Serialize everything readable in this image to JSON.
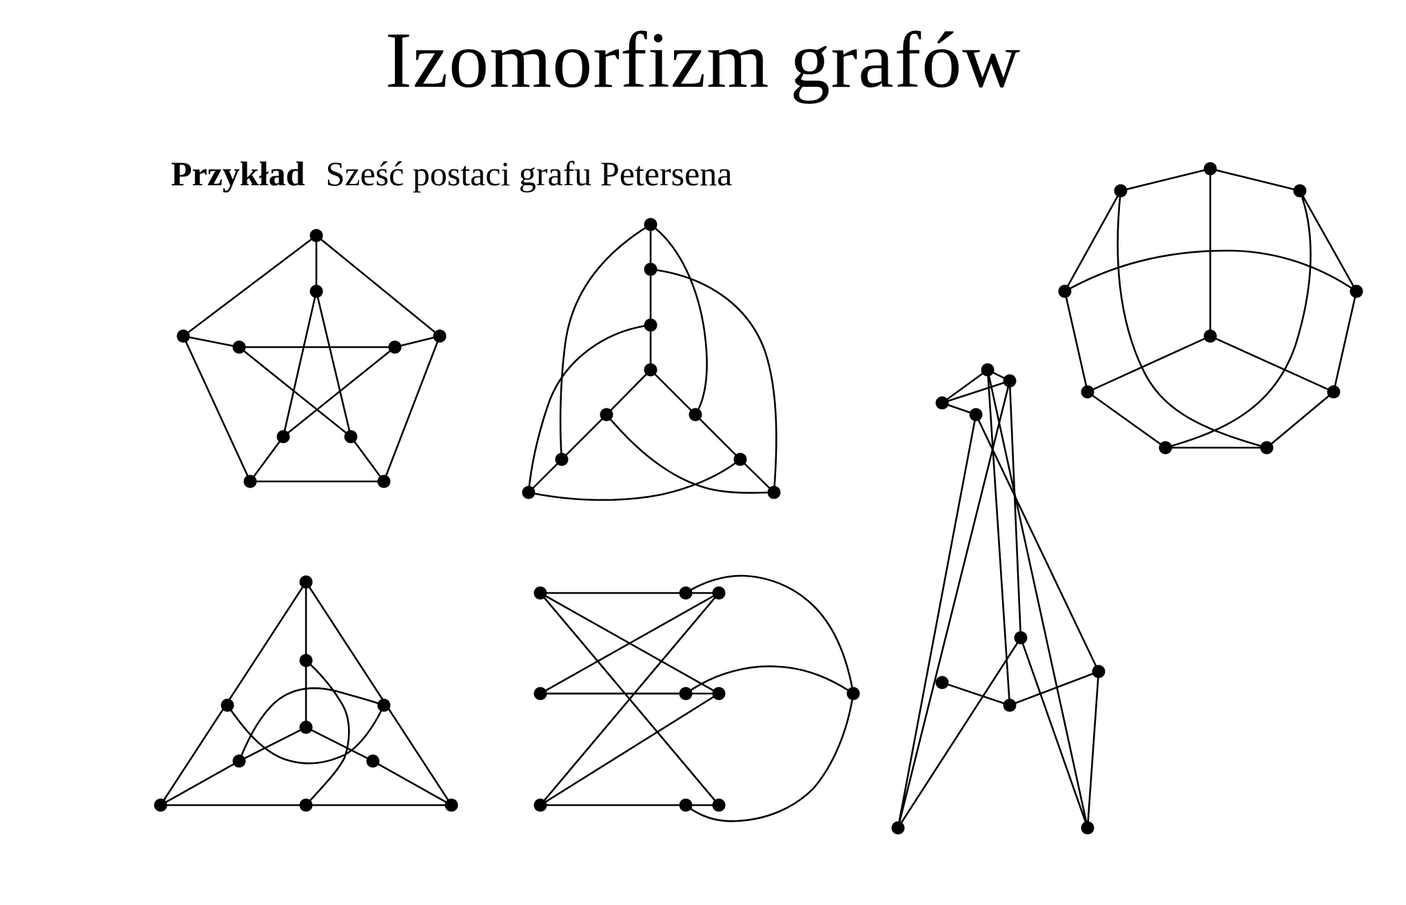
{
  "page": {
    "title": "Izomorfizm grafów",
    "example_label": "Przykład",
    "example_text": "Sześć postaci grafu Petersena"
  },
  "colors": {
    "ink": "#000000",
    "background": "#ffffff"
  }
}
